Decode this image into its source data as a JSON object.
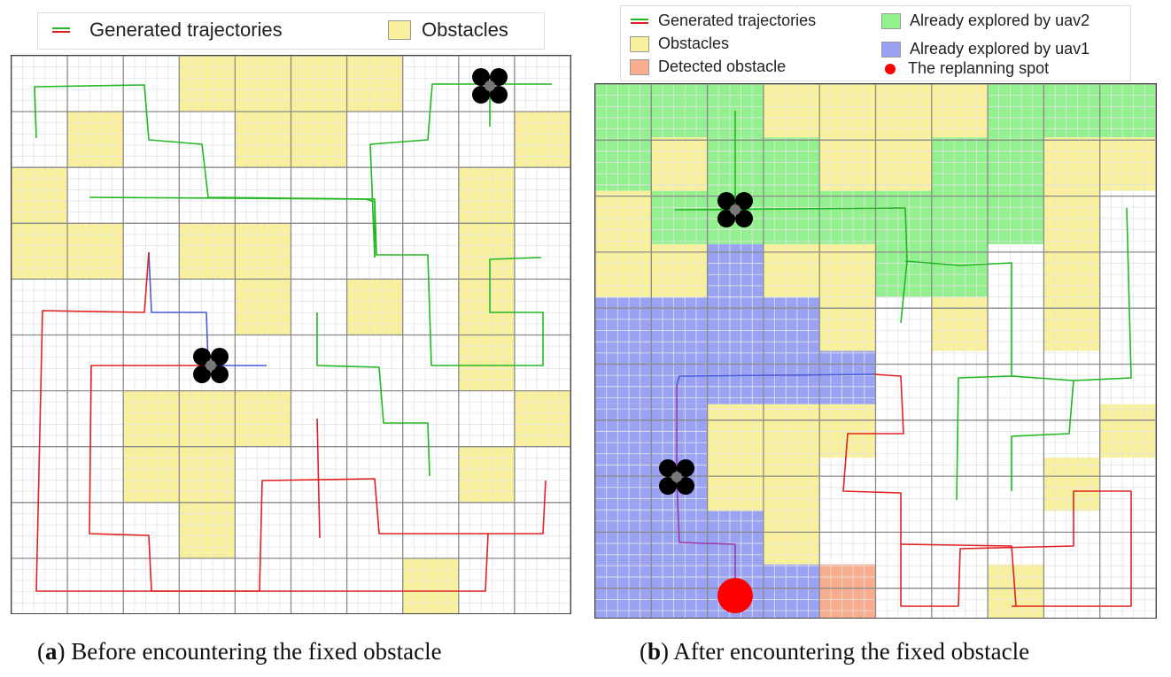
{
  "panels": {
    "a": {
      "caption_letter": "a",
      "caption_text": "Before encountering the fixed obstacle",
      "legend": {
        "trajectories_label": "Generated trajectories",
        "obstacles_label": "Obstacles"
      }
    },
    "b": {
      "caption_letter": "b",
      "caption_text": "After encountering the fixed obstacle",
      "legend": {
        "trajectories_label": "Generated trajectories",
        "obstacles_label": "Obstacles",
        "detected_label": "Detected obstacle",
        "uav2_label": "Already explored by uav2",
        "uav1_label": "Already explored by uav1",
        "replanning_label": "The replanning spot"
      }
    }
  },
  "colors": {
    "obstacle": "#f8f09c",
    "explored_uav2": "#93f08f",
    "explored_uav1": "#9aa3f3",
    "detected": "#f7ad8e",
    "replanning": "#ff0000",
    "traj_red": "#e02020",
    "traj_green": "#22b822",
    "traj_blue": "#4a5ad8"
  }
}
